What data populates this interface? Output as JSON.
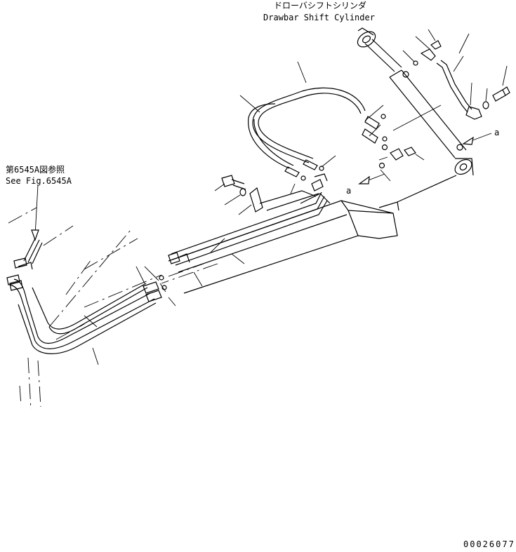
{
  "labels": {
    "cylinder_jp": "ドローバシフトシリンダ",
    "cylinder_en": "Drawbar Shift Cylinder",
    "ref_jp": "第6545A図参照",
    "ref_en": "See Fig.6545A",
    "marker_a_right": "a",
    "marker_a_left": "a",
    "figure_number": "00026077"
  }
}
